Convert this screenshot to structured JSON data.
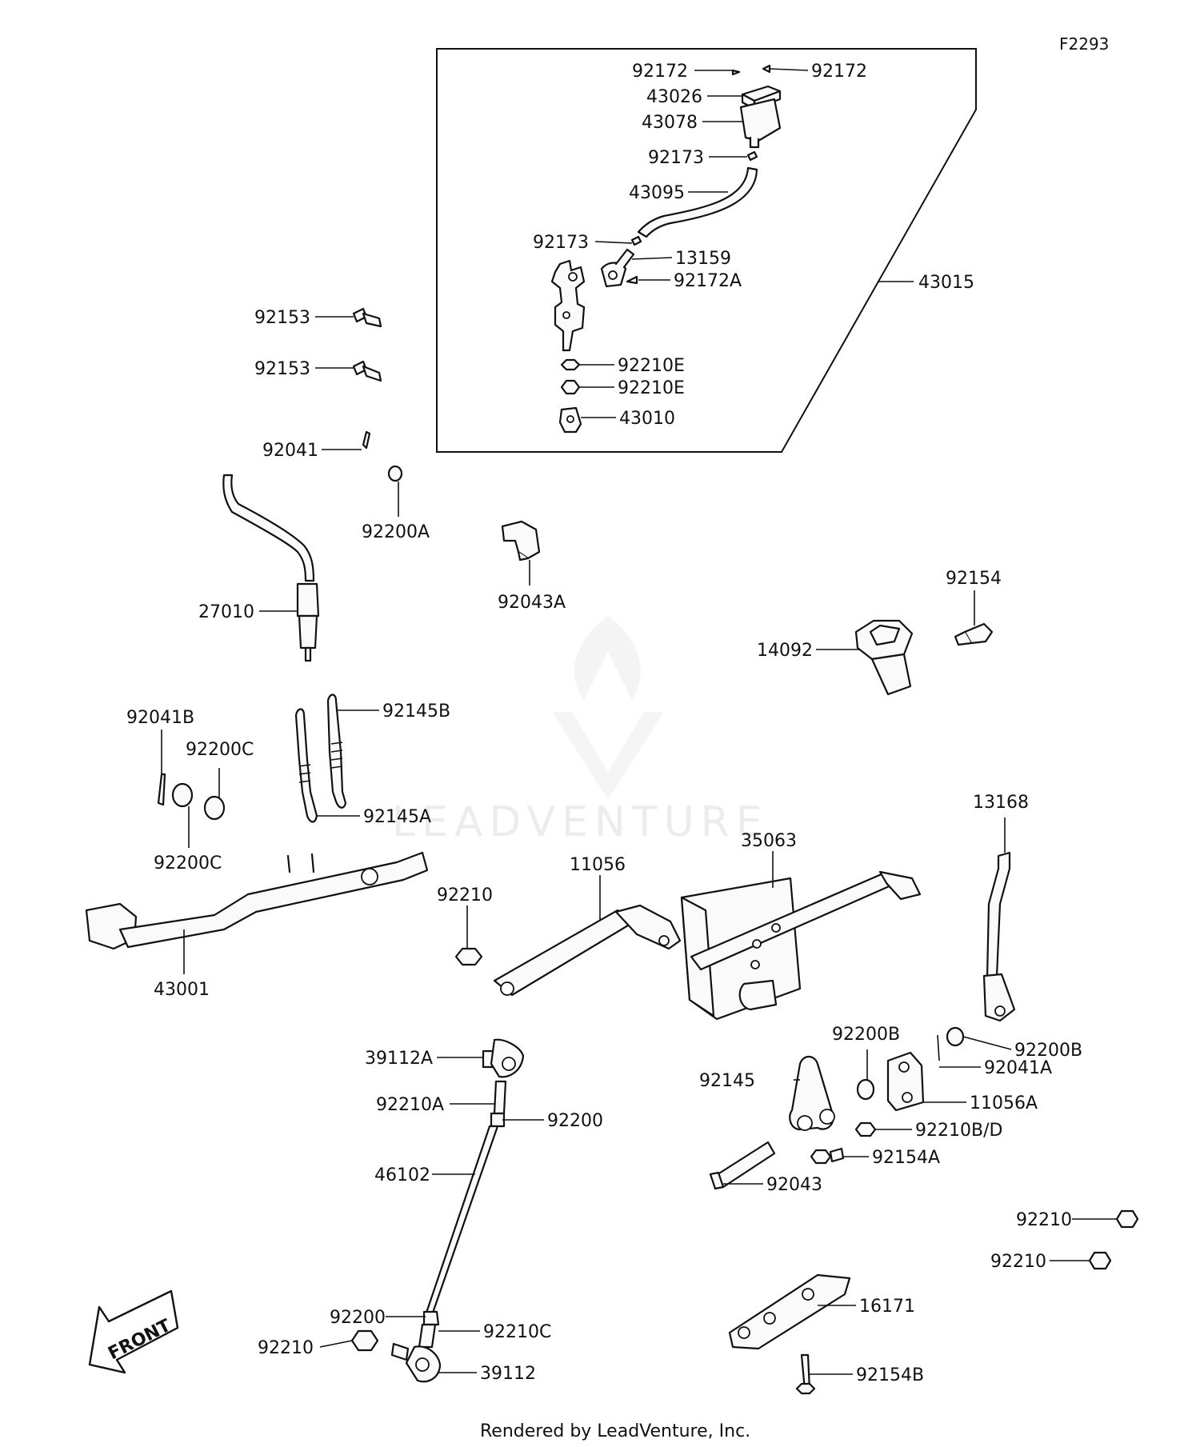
{
  "diagram": {
    "code": "F2293",
    "footer": "Rendered by LeadVenture, Inc.",
    "watermark": "LEADVENTURE",
    "front_label": "FRONT",
    "callouts": {
      "p92172_l": "92172",
      "p92172_r": "92172",
      "p43026": "43026",
      "p43078": "43078",
      "p92173_t": "92173",
      "p43095": "43095",
      "p92173_b": "92173",
      "p13159": "13159",
      "p92172A": "92172A",
      "p43015": "43015",
      "p92210E_1": "92210E",
      "p92210E_2": "92210E",
      "p43010": "43010",
      "p92153_1": "92153",
      "p92153_2": "92153",
      "p92041": "92041",
      "p92200A": "92200A",
      "p27010": "27010",
      "p92043A": "92043A",
      "p92154": "92154",
      "p14092": "14092",
      "p92041B": "92041B",
      "p92200C_t": "92200C",
      "p92145B": "92145B",
      "p92145A": "92145A",
      "p92200C_b": "92200C",
      "p43001": "43001",
      "p92210_mid": "92210",
      "p11056": "11056",
      "p35063": "35063",
      "p13168": "13168",
      "p39112A": "39112A",
      "p92210A": "92210A",
      "p92200_t": "92200",
      "p46102": "46102",
      "p92200B_m": "92200B",
      "p92200B_r": "92200B",
      "p92145": "92145",
      "p92041A": "92041A",
      "p11056A": "11056A",
      "p92210BD": "92210B/D",
      "p92154A": "92154A",
      "p92043": "92043",
      "p92210_r1": "92210",
      "p92210_r2": "92210",
      "p92200_b": "92200",
      "p92210C": "92210C",
      "p92210_bl": "92210",
      "p39112": "39112",
      "p16171": "16171",
      "p92154B": "92154B"
    }
  }
}
